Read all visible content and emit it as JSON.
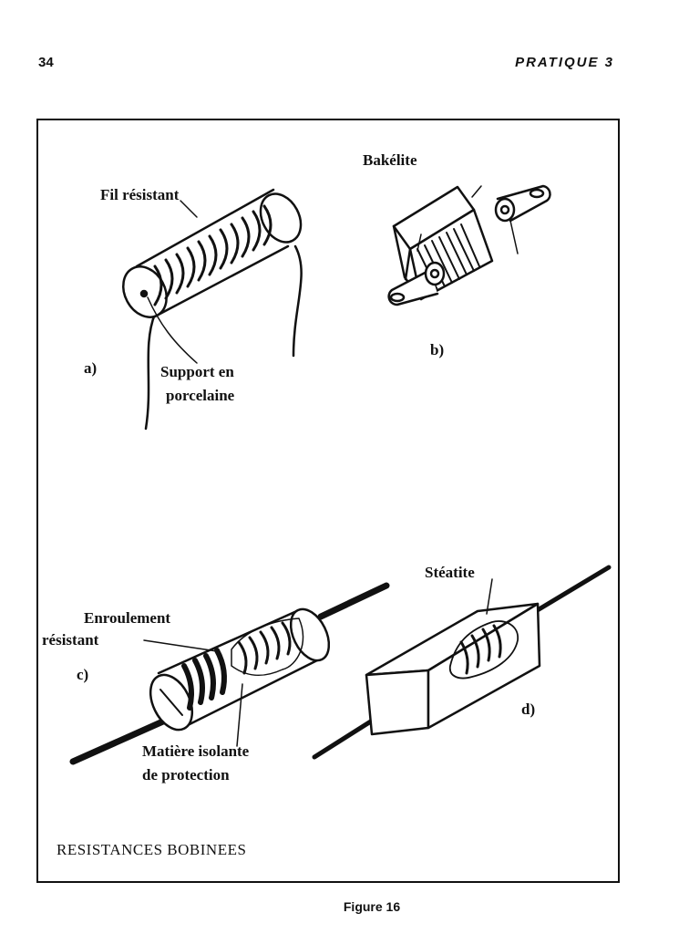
{
  "header": {
    "page_number": "34",
    "running_head": "PRATIQUE 3"
  },
  "figure": {
    "a": {
      "letter": "a)",
      "label_wire": "Fil résistant",
      "label_support_1": "Support en",
      "label_support_2": "porcelaine"
    },
    "b": {
      "letter": "b)",
      "label_material": "Bakélite"
    },
    "c": {
      "letter": "c)",
      "label_winding_1": "Enroulement",
      "label_winding_2": "résistant",
      "label_insulation_1": "Matière isolante",
      "label_insulation_2": "de protection"
    },
    "d": {
      "letter": "d)",
      "label_material": "Stéatite"
    },
    "frame_caption": "RESISTANCES BOBINEES"
  },
  "caption": "Figure 16"
}
